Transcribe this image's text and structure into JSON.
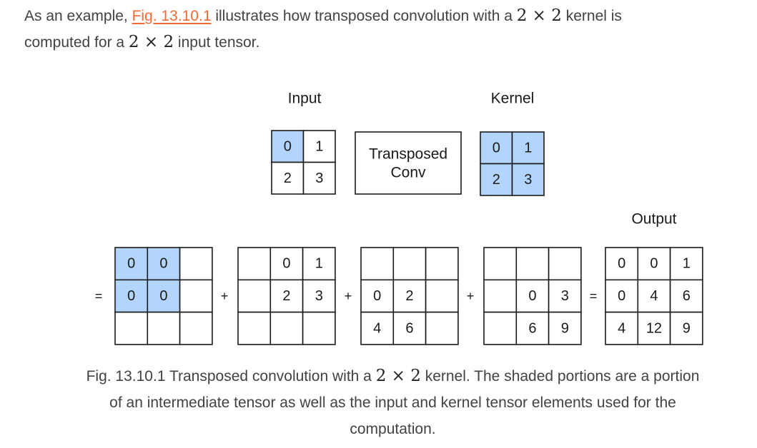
{
  "paragraph": {
    "line1_pre": "As an example, ",
    "link": "Fig. 13.10.1",
    "line1_mid": " illustrates how transposed convolution with a ",
    "math_kernel": "2 × 2",
    "line1_post": " kernel is",
    "line2_pre": "computed for a ",
    "math_input": "2 × 2",
    "line2_post": " input tensor."
  },
  "figure": {
    "input_label": "Input",
    "kernel_label": "Kernel",
    "output_label": "Output",
    "op_line1": "Transposed",
    "op_line2": "Conv",
    "input_grid": [
      [
        "0",
        "1"
      ],
      [
        "2",
        "3"
      ]
    ],
    "input_shaded": [
      [
        true,
        false
      ],
      [
        false,
        false
      ]
    ],
    "kernel_grid": [
      [
        "0",
        "1"
      ],
      [
        "2",
        "3"
      ]
    ],
    "kernel_shaded": [
      [
        true,
        true
      ],
      [
        true,
        true
      ]
    ],
    "intermediates": [
      {
        "grid": [
          [
            "0",
            "0",
            ""
          ],
          [
            "0",
            "0",
            ""
          ],
          [
            "",
            "",
            ""
          ]
        ],
        "shaded": [
          [
            true,
            true,
            false
          ],
          [
            true,
            true,
            false
          ],
          [
            false,
            false,
            false
          ]
        ]
      },
      {
        "grid": [
          [
            "",
            "0",
            "1"
          ],
          [
            "",
            "2",
            "3"
          ],
          [
            "",
            "",
            ""
          ]
        ],
        "shaded": [
          [
            false,
            false,
            false
          ],
          [
            false,
            false,
            false
          ],
          [
            false,
            false,
            false
          ]
        ]
      },
      {
        "grid": [
          [
            "",
            "",
            ""
          ],
          [
            "0",
            "2",
            ""
          ],
          [
            "4",
            "6",
            ""
          ]
        ],
        "shaded": [
          [
            false,
            false,
            false
          ],
          [
            false,
            false,
            false
          ],
          [
            false,
            false,
            false
          ]
        ]
      },
      {
        "grid": [
          [
            "",
            "",
            ""
          ],
          [
            "",
            "0",
            "3"
          ],
          [
            "",
            "6",
            "9"
          ]
        ],
        "shaded": [
          [
            false,
            false,
            false
          ],
          [
            false,
            false,
            false
          ],
          [
            false,
            false,
            false
          ]
        ]
      }
    ],
    "output_grid": [
      [
        "0",
        "0",
        "1"
      ],
      [
        "0",
        "4",
        "6"
      ],
      [
        "4",
        "12",
        "9"
      ]
    ],
    "operators": [
      "=",
      "+",
      "+",
      "+",
      "="
    ],
    "shade_color": "#b3d4fb",
    "border_color": "#1a1a1a"
  },
  "caption": {
    "line1_pre": "Fig. 13.10.1  Transposed convolution with a ",
    "math": "2 × 2",
    "line1_post": " kernel. The shaded portions are a portion",
    "line2": "of an intermediate tensor as well as the input and kernel tensor elements used for the",
    "line3": "computation."
  }
}
